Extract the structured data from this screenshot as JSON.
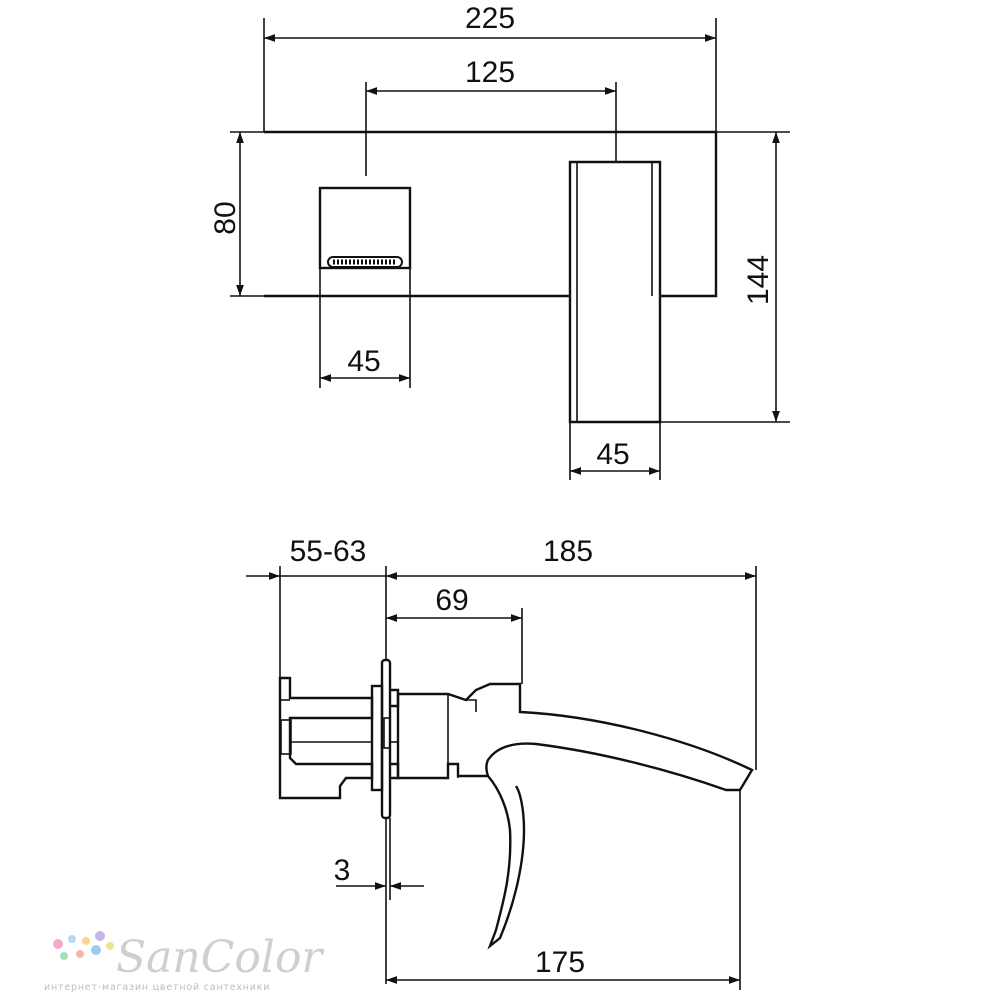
{
  "dimensions": {
    "top_width": "225",
    "center_distance": "125",
    "plate_height": "80",
    "total_height": "144",
    "handle_width": "45",
    "spout_width": "45",
    "wall_depth": "55-63",
    "spout_length": "185",
    "lever_reach": "69",
    "flange": "3",
    "bottom_length": "175"
  },
  "watermark": {
    "brand": "SanColor",
    "tagline": "интернет-магазин цветной сантехники",
    "dot_colors": [
      "#f4a9c6",
      "#b9d9f3",
      "#f6d98c",
      "#c9b4e8",
      "#a7e0b8",
      "#f5b7a2",
      "#9ec9f0",
      "#e8e39a"
    ]
  }
}
